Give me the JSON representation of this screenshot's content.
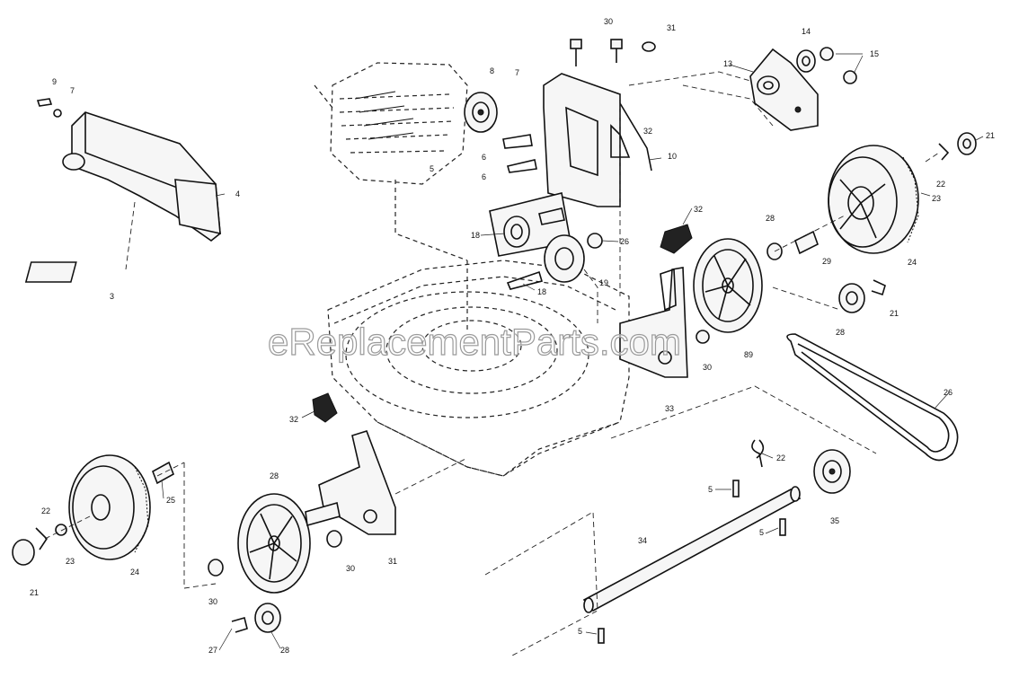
{
  "watermark": "eReplacementParts.com",
  "callouts": [
    {
      "id": "c-9-topleft",
      "text": "9"
    },
    {
      "id": "c-7-topleft",
      "text": "7"
    },
    {
      "id": "c-4",
      "text": "4"
    },
    {
      "id": "c-3",
      "text": "3"
    },
    {
      "id": "c-8-a",
      "text": "8"
    },
    {
      "id": "c-7-a",
      "text": "7"
    },
    {
      "id": "c-6-a",
      "text": "6"
    },
    {
      "id": "c-6-b",
      "text": "6"
    },
    {
      "id": "c-5-a",
      "text": "5"
    },
    {
      "id": "c-30-top",
      "text": "30"
    },
    {
      "id": "c-31-top",
      "text": "31"
    },
    {
      "id": "c-32-top",
      "text": "32"
    },
    {
      "id": "c-10",
      "text": "10"
    },
    {
      "id": "c-13",
      "text": "13"
    },
    {
      "id": "c-14",
      "text": "14"
    },
    {
      "id": "c-15",
      "text": "15"
    },
    {
      "id": "c-18-a",
      "text": "18"
    },
    {
      "id": "c-26-a",
      "text": "26"
    },
    {
      "id": "c-18-b",
      "text": "18"
    },
    {
      "id": "c-19",
      "text": "19"
    },
    {
      "id": "c-32-mid",
      "text": "32"
    },
    {
      "id": "c-28-a",
      "text": "28"
    },
    {
      "id": "c-29-a",
      "text": "29"
    },
    {
      "id": "c-23-a",
      "text": "23"
    },
    {
      "id": "c-22-a",
      "text": "22"
    },
    {
      "id": "c-21-a",
      "text": "21"
    },
    {
      "id": "c-24-a",
      "text": "24"
    },
    {
      "id": "c-28-b",
      "text": "28"
    },
    {
      "id": "c-21-b",
      "text": "21"
    },
    {
      "id": "c-30-mid",
      "text": "30"
    },
    {
      "id": "c-89",
      "text": "89"
    },
    {
      "id": "c-33",
      "text": "33"
    },
    {
      "id": "c-26-belt",
      "text": "26"
    },
    {
      "id": "c-32-low",
      "text": "32"
    },
    {
      "id": "c-22-b",
      "text": "22"
    },
    {
      "id": "c-5-b",
      "text": "5"
    },
    {
      "id": "c-5-c",
      "text": "5"
    },
    {
      "id": "c-35",
      "text": "35"
    },
    {
      "id": "c-34",
      "text": "34"
    },
    {
      "id": "c-5-d",
      "text": "5"
    },
    {
      "id": "c-25",
      "text": "25"
    },
    {
      "id": "c-22-c",
      "text": "22"
    },
    {
      "id": "c-23-b",
      "text": "23"
    },
    {
      "id": "c-21-c",
      "text": "21"
    },
    {
      "id": "c-24-b",
      "text": "24"
    },
    {
      "id": "c-28-c",
      "text": "28"
    },
    {
      "id": "c-30-low",
      "text": "30"
    },
    {
      "id": "c-31-low",
      "text": "31"
    },
    {
      "id": "c-30-bottom",
      "text": "30"
    },
    {
      "id": "c-27",
      "text": "27"
    },
    {
      "id": "c-28-d",
      "text": "28"
    }
  ]
}
